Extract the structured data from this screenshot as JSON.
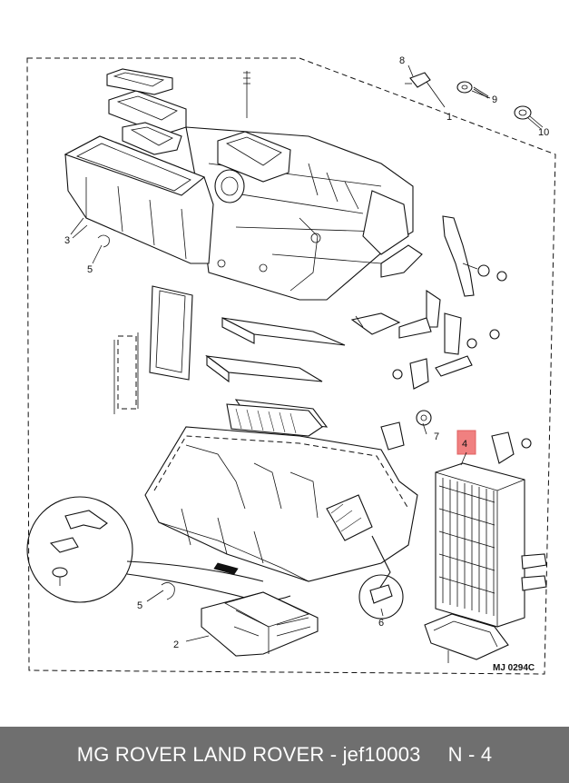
{
  "diagram": {
    "callouts": [
      "1",
      "2",
      "3",
      "4",
      "5",
      "5",
      "6",
      "7",
      "8",
      "9",
      "10"
    ],
    "reference": "MJ 0294C",
    "highlight_color": "#f08080"
  },
  "footer": {
    "brand": "MG ROVER LAND ROVER - jef10003",
    "page": "N - 4"
  }
}
